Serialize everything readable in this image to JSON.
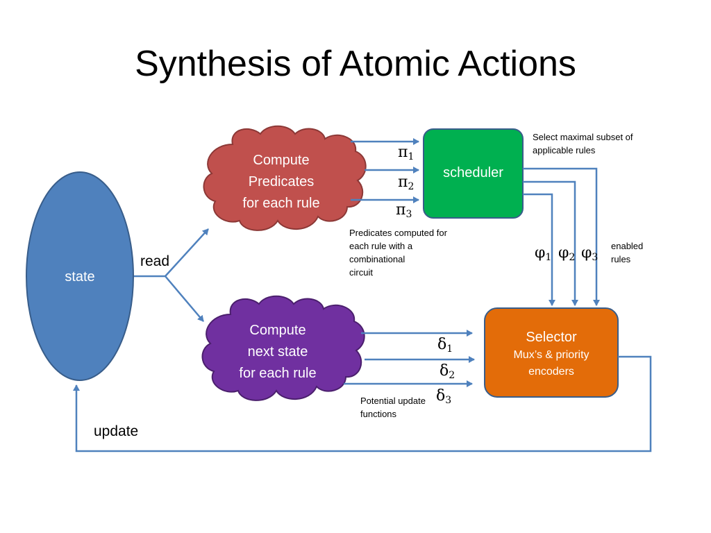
{
  "title": "Synthesis of Atomic Actions",
  "nodes": {
    "state": "state",
    "predicates": [
      "Compute",
      "Predicates",
      "for each rule"
    ],
    "next_state": [
      "Compute",
      "next state",
      "for each rule"
    ],
    "scheduler": "scheduler",
    "selector": {
      "title": "Selector",
      "line1": "Mux’s & priority",
      "line2": "encoders"
    }
  },
  "labels": {
    "read": "read",
    "update": "update",
    "scheduler_note": [
      "Select maximal subset of",
      "applicable rules"
    ],
    "predicates_note": [
      "Predicates computed for",
      "each rule with a",
      "combinational",
      "circuit"
    ],
    "enabled_note": [
      "enabled",
      "rules"
    ],
    "update_note": [
      "Potential update",
      "functions"
    ]
  },
  "signals": {
    "pi": {
      "symbol": "π",
      "subs": [
        "1",
        "2",
        "3"
      ]
    },
    "phi": {
      "symbol": "φ",
      "subs": [
        "1",
        "2",
        "3"
      ]
    },
    "delta": {
      "symbol": "δ",
      "subs": [
        "1",
        "2",
        "3"
      ]
    }
  },
  "colors": {
    "state": "#4f81bd",
    "predicates": "#c0504d",
    "next_state": "#7030a0",
    "scheduler": "#00b050",
    "selector": "#e36c09",
    "arrow": "#4f81bd",
    "outline": "#385d8a"
  }
}
